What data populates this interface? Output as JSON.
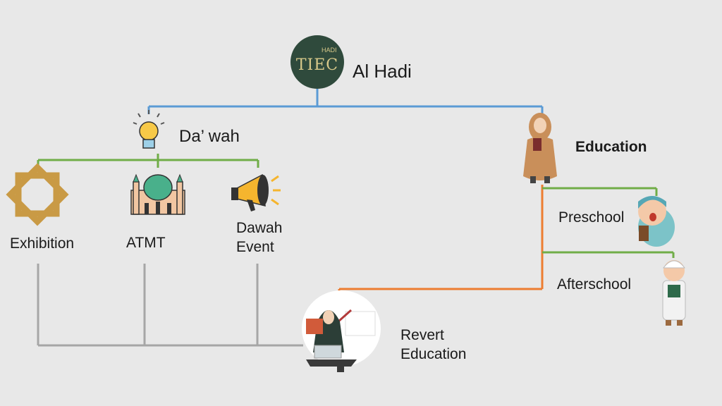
{
  "root": {
    "logo_text": "TIEC",
    "logo_sub": "HADI",
    "title": "Al Hadi"
  },
  "dawah": {
    "title": "Da’ wah",
    "children": [
      "Exhibition",
      "ATMT",
      "Dawah\nEvent"
    ]
  },
  "education": {
    "title": "Education",
    "children": [
      "Preschool",
      "Afterschool"
    ],
    "revert": "Revert\nEducation"
  },
  "colors": {
    "root_line": "#5b9bd5",
    "dawah_line": "#70ad47",
    "education_line": "#70ad47",
    "revert_line": "#ed7d31",
    "grey_line": "#a6a6a6"
  }
}
